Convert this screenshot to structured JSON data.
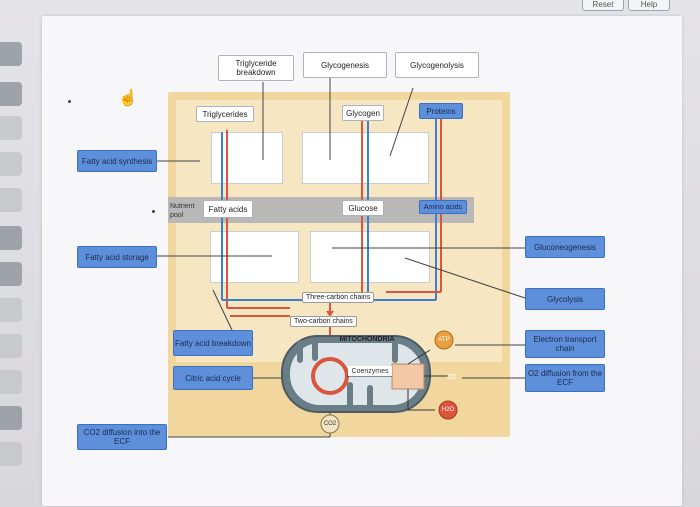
{
  "toolbar": {
    "reset_label": "Reset",
    "help_label": "Help"
  },
  "diagram": {
    "top_labels": [
      "Triglyceride breakdown",
      "Glycogenesis",
      "Glycogenolysis"
    ],
    "left_labels": [
      "Fatty acid synthesis",
      "Fatty acid storage",
      "CO2 diffusion into the ECF"
    ],
    "right_labels": [
      "Gluconeogenesis",
      "Glycolysis",
      "Electron transport chain",
      "O2 diffusion from the ECF"
    ],
    "mid_labels": [
      "Fatty acid breakdown",
      "Citric acid cycle"
    ],
    "inner": {
      "triglycerides": "Triglycerides",
      "glycogen": "Glycogen",
      "proteins": "Proteins",
      "nutrient_pool": "Nutrient pool",
      "fatty_acids": "Fatty acids",
      "glucose": "Glucose",
      "amino_acids": "Amino acids",
      "three_carbon": "Three-carbon chains",
      "two_carbon": "Two-carbon chains",
      "mitochondria": "MITOCHONDRIA",
      "coenzymes": "Coenzymes",
      "atp": "ATP",
      "co2": "CO2",
      "o2": "O2",
      "h2o": "H2O"
    }
  }
}
